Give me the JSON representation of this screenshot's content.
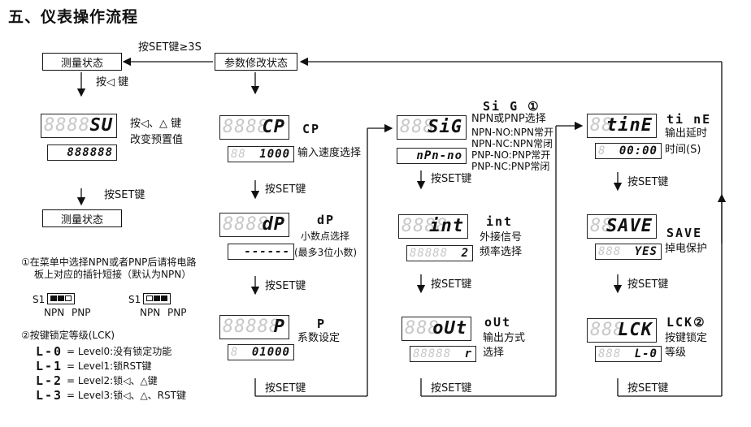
{
  "title": "五、仪表操作流程",
  "top": {
    "measure_state": "测量状态",
    "param_state": "参数修改状态",
    "arrow_label": "按SET键≥3S"
  },
  "col1": {
    "press_left": "按◁ 键",
    "su_big": "SU",
    "su_small": "888888",
    "su_desc1": "按◁、△ 键",
    "su_desc2": "改变预置值",
    "set_label": "按SET键",
    "measure_state2": "测量状态",
    "note1_a": "①在菜单中选择NPN或者PNP后请将电路",
    "note1_b": "板上对应的插针短接（默认为NPN）",
    "s1_label": "S1",
    "npn": "NPN",
    "pnp": "PNP",
    "note2": "②按键锁定等级(LCK)",
    "levels": [
      {
        "code": "L-0",
        "text": "= Level0:没有锁定功能"
      },
      {
        "code": "L-1",
        "text": "= Level1:锁RST键"
      },
      {
        "code": "L-2",
        "text": "= Level2:锁◁、△键"
      },
      {
        "code": "L-3",
        "text": "= Level3:锁◁、△、RST键"
      }
    ]
  },
  "col2": {
    "cp_big": "CP",
    "cp_small": "1000",
    "cp_code": "CP",
    "cp_desc": "输入速度选择",
    "dp_big": "dP",
    "dp_small": "------",
    "dp_code": "dP",
    "dp_desc1": "小数点选择",
    "dp_desc2": "(最多3位小数)",
    "p_big": "P",
    "p_small": "01000",
    "p_code": "P",
    "p_desc": "系数设定",
    "set_label": "按SET键"
  },
  "col3": {
    "sig_big": "SiG",
    "sig_small": "nPn-no",
    "sig_code": "Si G ①",
    "sig_lines": [
      "NPN或PNP选择",
      "NPN-NO:NPN常开",
      "NPN-NC:NPN常闭",
      "PNP-NO:PNP常开",
      "PNP-NC:PNP常闭"
    ],
    "int_big": "int",
    "int_small": "2",
    "int_code": "int",
    "int_desc1": "外接信号",
    "int_desc2": "频率选择",
    "out_big": "oUt",
    "out_small": "r",
    "out_code": "oUt",
    "out_desc1": "输出方式",
    "out_desc2": "选择",
    "set_label": "按SET键"
  },
  "col4": {
    "time_big": "tinE",
    "time_small": "00:00",
    "time_code": "ti nE",
    "time_desc1": "输出延时",
    "time_desc2": "时间(S)",
    "save_big": "SAVE",
    "save_small": "YES",
    "save_code": "SAVE",
    "save_desc": "掉电保护",
    "lck_big": "LCK",
    "lck_small": "L-0",
    "lck_code": "LCK②",
    "lck_desc1": "按键锁定",
    "lck_desc2": "等级",
    "set_label": "按SET键"
  }
}
